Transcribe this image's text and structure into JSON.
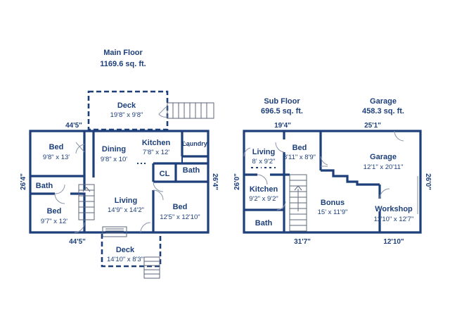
{
  "main_floor": {
    "title": "Main Floor",
    "area": "1169.6 sq. ft.",
    "rooms": {
      "deck_top": {
        "name": "Deck",
        "size": "19'8\" x 9'8\""
      },
      "kitchen": {
        "name": "Kitchen",
        "size": "7'8\" x 12'"
      },
      "laundry": {
        "name": "Laundry"
      },
      "bed_nw": {
        "name": "Bed",
        "size": "9'8\" x 13'"
      },
      "dining": {
        "name": "Dining",
        "size": "9'8\" x 10'"
      },
      "cl": {
        "name": "CL"
      },
      "bath_e": {
        "name": "Bath"
      },
      "bath_w": {
        "name": "Bath"
      },
      "living": {
        "name": "Living",
        "size": "14'9\" x 14'2\""
      },
      "bed_sw": {
        "name": "Bed",
        "size": "9'7\" x 12'"
      },
      "bed_se": {
        "name": "Bed",
        "size": "12'5\" x 12'10\""
      },
      "deck_bottom": {
        "name": "Deck",
        "size": "14'10\" x 8'3\""
      }
    },
    "dims": {
      "top": "44'5\"",
      "bottom": "44'5\"",
      "left": "26'4\"",
      "right": "26'4\""
    }
  },
  "sub_floor": {
    "title": "Sub Floor",
    "area": "696.5 sq. ft.",
    "rooms": {
      "living": {
        "name": "Living",
        "size": "8' x 9'2\""
      },
      "bed": {
        "name": "Bed",
        "size": "8'11\" x 8'9\""
      },
      "kitchen": {
        "name": "Kitchen",
        "size": "9'2\" x 9'2\""
      },
      "bath": {
        "name": "Bath"
      },
      "bonus": {
        "name": "Bonus",
        "size": "15' x 11'9\""
      }
    },
    "dims": {
      "top": "19'4\"",
      "bottom": "31'7\"",
      "left": "26'0\""
    }
  },
  "garage": {
    "title": "Garage",
    "area": "458.3 sq. ft.",
    "rooms": {
      "garage": {
        "name": "Garage",
        "size": "12'1\" x 20'11\""
      },
      "workshop": {
        "name": "Workshop",
        "size": "11'10\" x 12'7\""
      }
    },
    "dims": {
      "top": "25'1\"",
      "bottom": "12'10\"",
      "right": "26'0\""
    }
  }
}
